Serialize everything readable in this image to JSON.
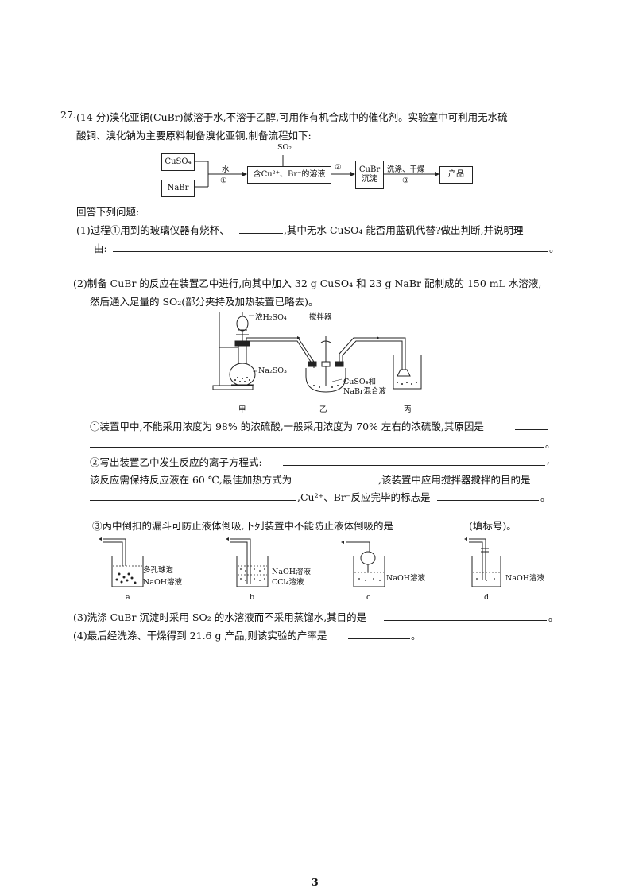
{
  "question": {
    "number": "27.",
    "intro_line1": "(14 分)溴化亚铜(CuBr)微溶于水,不溶于乙醇,可用作有机合成中的催化剂。实验室中可利用无水硫",
    "intro_line2": "酸铜、溴化钠为主要原料制备溴化亚铜,制备流程如下:"
  },
  "flow": {
    "box_cuso4": "CuSO₄",
    "box_nabr": "NaBr",
    "water": "水",
    "step1": "①",
    "so2": "SO₂",
    "solution": "含Cu²⁺、Br⁻的溶液",
    "step2": "②",
    "cubr_line1": "CuBr",
    "cubr_line2": "沉淀",
    "wash_dry": "洗涤、干燥",
    "step3": "③",
    "product": "产品"
  },
  "answer_intro": "回答下列问题:",
  "q1": {
    "part_a": "(1)过程①用到的玻璃仪器有烧杯、",
    "part_b": ",其中无水 CuSO₄ 能否用蓝矾代替?做出判断,并说明理",
    "part_c": "由:",
    "end": "。"
  },
  "q2": {
    "line1": "(2)制备 CuBr 的反应在装置乙中进行,向其中加入 32 g CuSO₄ 和 23 g NaBr 配制成的 150 mL 水溶液,",
    "line2": "然后通入足量的 SO₂(部分夹持及加热装置已略去)。",
    "apparatus": {
      "conc_h2so4": "浓H₂SO₄",
      "stirrer": "搅拌器",
      "na2so3": "Na₂SO₃",
      "mix_line1": "CuSO₄和",
      "mix_line2": "NaBr混合液",
      "label_jia": "甲",
      "label_yi": "乙",
      "label_bing": "丙"
    },
    "sub1_text": "①装置甲中,不能采用浓度为 98% 的浓硫酸,一般采用浓度为 70% 左右的浓硫酸,其原因是",
    "sub1_end": "。",
    "sub2_a": "②写出装置乙中发生反应的离子方程式:",
    "sub2_a_end": ",",
    "sub2_b": "该反应需保持反应液在 60 ℃,最佳加热方式为",
    "sub2_c": ",该装置中应用搅拌器搅拌的目的是",
    "sub2_d": ",Cu²⁺、Br⁻反应完毕的标志是",
    "sub2_end": "。",
    "sub3_a": "③丙中倒扣的漏斗可防止液体倒吸,下列装置中不能防止液体倒吸的是",
    "sub3_b": "(填标号)。",
    "options": {
      "a_label1": "多孔球泡",
      "a_label2": "NaOH溶液",
      "b_label1": "NaOH溶液",
      "b_label2": "CCl₄溶液",
      "c_label": "NaOH溶液",
      "d_label": "NaOH溶液",
      "a": "a",
      "b": "b",
      "c": "c",
      "d": "d"
    }
  },
  "q3": {
    "text": "(3)洗涤 CuBr 沉淀时采用 SO₂ 的水溶液而不采用蒸馏水,其目的是",
    "end": "。"
  },
  "q4": {
    "text": "(4)最后经洗涤、干燥得到 21.6 g 产品,则该实验的产率是",
    "end": "。"
  },
  "page_number": "3"
}
